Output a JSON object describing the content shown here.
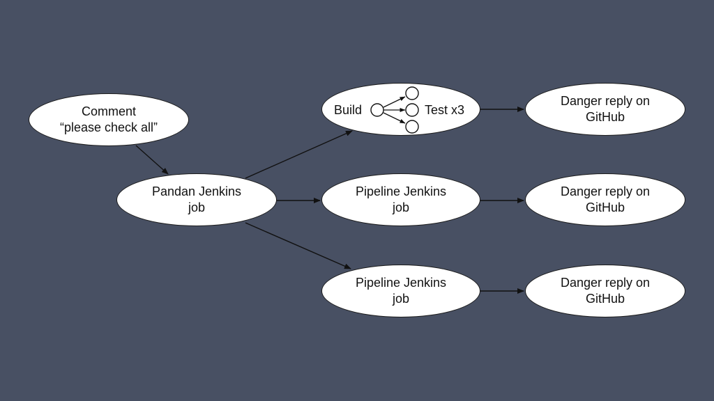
{
  "diagram": {
    "nodes": {
      "comment": {
        "label": "Comment\n“please check all”"
      },
      "pandan": {
        "label": "Pandan Jenkins\njob"
      },
      "build_test": {
        "build_label": "Build",
        "test_label": "Test x3",
        "parallel_count": 3
      },
      "pipeline_1": {
        "label": "Pipeline Jenkins\njob"
      },
      "pipeline_2": {
        "label": "Pipeline Jenkins\njob"
      },
      "danger_1": {
        "label": "Danger reply on\nGitHub"
      },
      "danger_2": {
        "label": "Danger reply on\nGitHub"
      },
      "danger_3": {
        "label": "Danger reply on\nGitHub"
      }
    },
    "edges": [
      {
        "from": "comment",
        "to": "pandan"
      },
      {
        "from": "pandan",
        "to": "build_test"
      },
      {
        "from": "pandan",
        "to": "pipeline_1"
      },
      {
        "from": "pandan",
        "to": "pipeline_2"
      },
      {
        "from": "build_test",
        "to": "danger_1"
      },
      {
        "from": "pipeline_1",
        "to": "danger_2"
      },
      {
        "from": "pipeline_2",
        "to": "danger_3"
      }
    ],
    "colors": {
      "background": "#485063",
      "node_fill": "#ffffff",
      "stroke": "#1a1a1a"
    }
  }
}
